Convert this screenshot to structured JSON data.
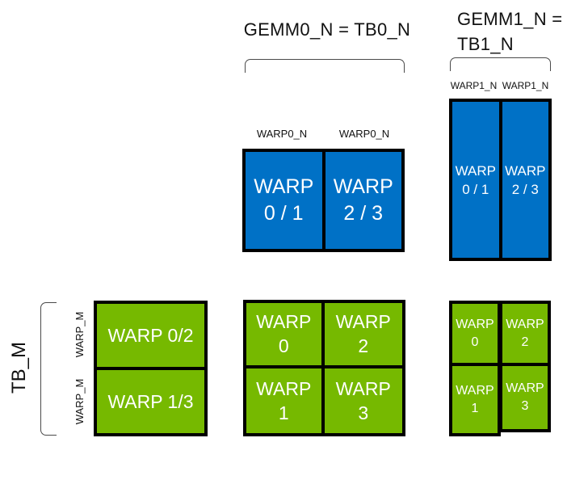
{
  "colors": {
    "blue": "#0071C6",
    "green": "#76B900",
    "box_border": "#000000",
    "bracket_line": "#4a4a4a",
    "box_text": "#ffffff",
    "label_text": "#111111"
  },
  "titles": {
    "gemm0": "GEMM0_N = TB0_N",
    "gemm1_line1": "GEMM1_N =",
    "gemm1_line2": "TB1_N"
  },
  "column_labels": {
    "warp0n_left": "WARP0_N",
    "warp0n_right": "WARP0_N",
    "warp1n_left": "WARP1_N",
    "warp1n_right": "WARP1_N"
  },
  "row_labels": {
    "tb_m": "TB_M",
    "warp_m_top": "WARP_M",
    "warp_m_bottom": "WARP_M"
  },
  "blue_wide": {
    "cells": [
      {
        "line1": "WARP",
        "line2": "0 / 1"
      },
      {
        "line1": "WARP",
        "line2": "2 / 3"
      }
    ]
  },
  "blue_tall": {
    "cells": [
      {
        "line1": "WARP",
        "line2": "0 / 1"
      },
      {
        "line1": "WARP",
        "line2": "2 / 3"
      }
    ]
  },
  "green_left": {
    "rows": [
      "WARP 0/2",
      "WARP 1/3"
    ]
  },
  "green_mid": {
    "cells": [
      {
        "line1": "WARP",
        "line2": "0"
      },
      {
        "line1": "WARP",
        "line2": "2"
      },
      {
        "line1": "WARP",
        "line2": "1"
      },
      {
        "line1": "WARP",
        "line2": "3"
      }
    ]
  },
  "green_right": {
    "left_col": [
      {
        "line1": "WARP",
        "line2": "0"
      },
      {
        "line1": "WARP",
        "line2": "1"
      }
    ],
    "right_col": [
      {
        "line1": "WARP",
        "line2": "2"
      },
      {
        "line1": "WARP",
        "line2": "3"
      }
    ]
  }
}
